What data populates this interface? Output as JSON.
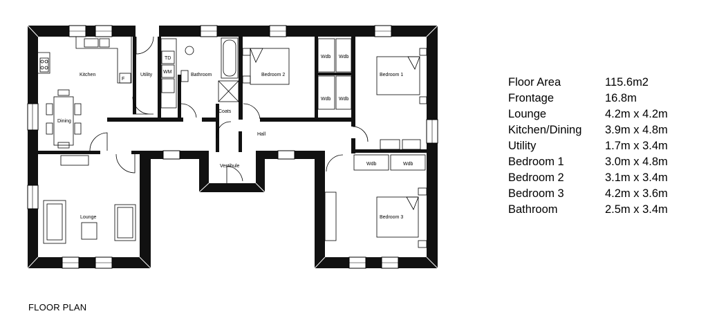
{
  "caption": "FLOOR PLAN",
  "rooms": {
    "kitchen": "Kitchen",
    "dining": "Dining",
    "utility": "Utility",
    "bathroom": "Bathroom",
    "bedroom2": "Bedroom 2",
    "bedroom1": "Bedroom 1",
    "bedroom3": "Bedroom 3",
    "lounge": "Lounge",
    "hall": "Hall",
    "coats": "Coats",
    "vestibule": "Vestibule"
  },
  "fittings": {
    "wardrobe": "Wdb",
    "tumble_dryer": "TD",
    "washing_machine": "WM",
    "fridge": "F"
  },
  "specs": [
    {
      "label": "Floor Area",
      "value": "115.6m2"
    },
    {
      "label": "Frontage",
      "value": "16.8m"
    },
    {
      "label": "Lounge",
      "value": "4.2m x 4.2m"
    },
    {
      "label": "Kitchen/Dining",
      "value": "3.9m x 4.8m"
    },
    {
      "label": "Utility",
      "value": "1.7m x 3.4m"
    },
    {
      "label": "Bedroom 1",
      "value": "3.0m x 4.8m"
    },
    {
      "label": "Bedroom 2",
      "value": "3.1m x 3.4m"
    },
    {
      "label": "Bedroom 3",
      "value": "4.2m x 3.6m"
    },
    {
      "label": "Bathroom",
      "value": "2.5m x 3.4m"
    }
  ]
}
